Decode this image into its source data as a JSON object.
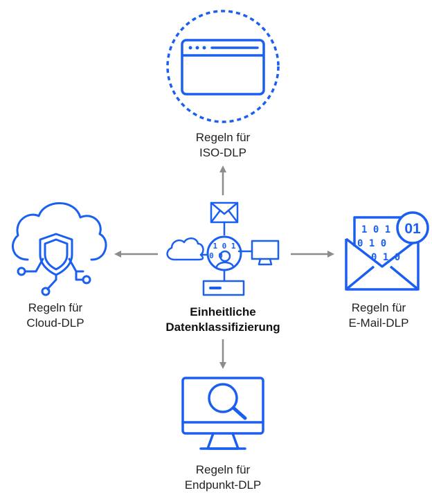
{
  "colors": {
    "accent": "#1a5ff0",
    "arrow": "#8c8c8c",
    "text": "#222222"
  },
  "center": {
    "line1": "Einheitliche",
    "line2": "Datenklassifizierung",
    "icons": [
      "envelope-icon",
      "cloud-icon",
      "monitor-icon",
      "server-icon",
      "data-hub-icon"
    ],
    "hub_bits_top": "1 0 1",
    "hub_bits_bottom": "0 0"
  },
  "nodes": {
    "top": {
      "line1": "Regeln für",
      "line2": "ISO-DLP",
      "icon": "browser-window-icon"
    },
    "left": {
      "line1": "Regeln für",
      "line2": "Cloud-DLP",
      "icon": "cloud-shield-icon"
    },
    "right": {
      "line1": "Regeln für",
      "line2": "E-Mail-DLP",
      "icon": "email-data-icon",
      "badge": "01",
      "bits_row1": "1 0 1",
      "bits_row2": "0 1 0",
      "bits_row3": "0 1 0"
    },
    "bottom": {
      "line1": "Regeln für",
      "line2": "Endpunkt-DLP",
      "icon": "monitor-search-icon"
    }
  }
}
